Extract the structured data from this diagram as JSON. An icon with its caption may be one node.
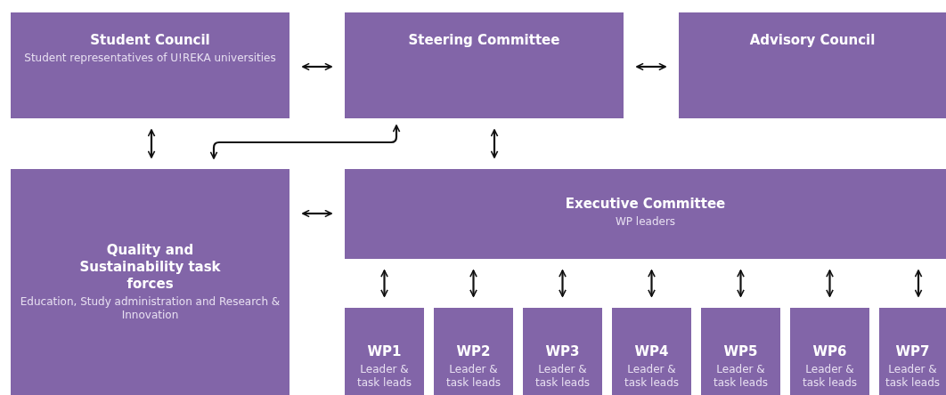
{
  "diagram": {
    "nodes": [
      {
        "text": [
          "Student Council",
          "Student representatives of U!REKA universities"
        ]
      },
      {
        "text": [
          "Steering Committee"
        ]
      },
      {
        "text": [
          "Advisory Council"
        ]
      },
      {
        "text": [
          "Quality and Sustainability task forces",
          "Education, Study administration and Research & Innovation"
        ]
      },
      {
        "text": [
          "Executive Committee",
          "WP leaders"
        ]
      },
      {
        "text": [
          "WP1",
          "Leader & task leads"
        ]
      },
      {
        "text": [
          "WP2",
          "Leader & task leads"
        ]
      },
      {
        "text": [
          "WP3",
          "Leader & task leads"
        ]
      },
      {
        "text": [
          "WP4",
          "Leader & task leads"
        ]
      },
      {
        "text": [
          "WP5",
          "Leader & task leads"
        ]
      },
      {
        "text": [
          "WP6",
          "Leader & task leads"
        ]
      },
      {
        "text": [
          "WP7",
          "Leader & task leads"
        ]
      }
    ],
    "edges": [
      {
        "from": 0,
        "to": 1,
        "arrow": "both"
      },
      {
        "from": 1,
        "to": 2,
        "arrow": "both"
      },
      {
        "from": 0,
        "to": 3,
        "arrow": "both"
      },
      {
        "from": 1,
        "to": 3,
        "arrow": "both"
      },
      {
        "from": 1,
        "to": 4,
        "arrow": "both"
      },
      {
        "from": 3,
        "to": 4,
        "arrow": "both"
      },
      {
        "from": 4,
        "to": 5,
        "arrow": "both"
      },
      {
        "from": 4,
        "to": 6,
        "arrow": "both"
      },
      {
        "from": 4,
        "to": 7,
        "arrow": "both"
      },
      {
        "from": 4,
        "to": 8,
        "arrow": "both"
      },
      {
        "from": 4,
        "to": 9,
        "arrow": "both"
      },
      {
        "from": 4,
        "to": 10,
        "arrow": "both"
      },
      {
        "from": 4,
        "to": 11,
        "arrow": "both"
      }
    ]
  }
}
